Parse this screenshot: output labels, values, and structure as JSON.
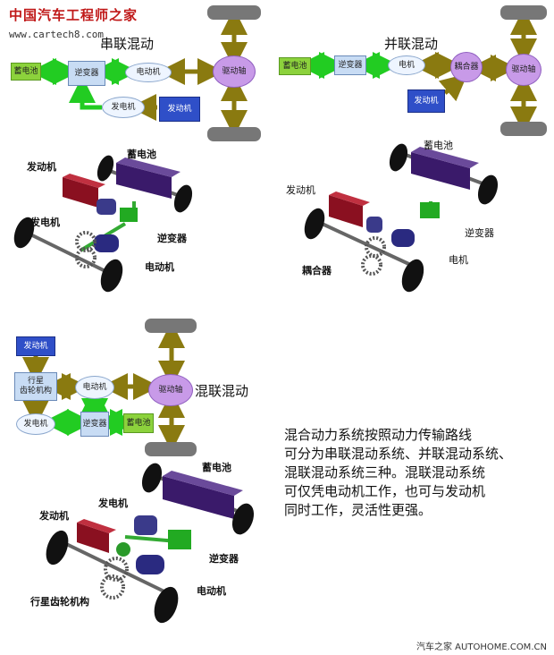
{
  "watermark": {
    "logo": "中国汽车工程师之家",
    "url": "www.cartech8.com"
  },
  "series": {
    "title": "串联混动",
    "battery": "蓄电池",
    "inverter": "逆变器",
    "motor": "电动机",
    "axle": "驱动轴",
    "generator": "发电机",
    "engine": "发动机"
  },
  "parallel": {
    "title": "并联混动",
    "battery": "蓄电池",
    "inverter": "逆变器",
    "motor": "电机",
    "coupler": "耦合器",
    "axle": "驱动轴",
    "engine": "发动机"
  },
  "series_car": {
    "engine": "发动机",
    "battery": "蓄电池",
    "generator": "发电机",
    "inverter": "逆变器",
    "motor": "电动机"
  },
  "parallel_car": {
    "battery": "蓄电池",
    "engine": "发动机",
    "inverter": "逆变器",
    "motor": "电机",
    "coupler": "耦合器"
  },
  "mixed": {
    "title": "混联混动",
    "engine": "发动机",
    "planetary": "行星\n齿轮机构",
    "motor": "电动机",
    "axle": "驱动轴",
    "generator": "发电机",
    "inverter": "逆变器",
    "battery": "蓄电池"
  },
  "mixed_car": {
    "battery": "蓄电池",
    "generator": "发电机",
    "engine": "发动机",
    "inverter": "逆变器",
    "motor": "电动机",
    "planetary": "行星齿轮机构"
  },
  "description": [
    "混合动力系统按照动力传输路线",
    "可分为串联混动系统、并联混动系统、",
    "混联混动系统三种。混联混动系统",
    "可仅凭电动机工作，也可与发动机",
    "同时工作，灵活性更强。"
  ],
  "footer": "汽车之家 AUTOHOME.COM.CN",
  "colors": {
    "olive_arrow": "#8a7a10",
    "green_arrow": "#22cc22",
    "wheel": "#777777",
    "logo": "#c01818"
  }
}
